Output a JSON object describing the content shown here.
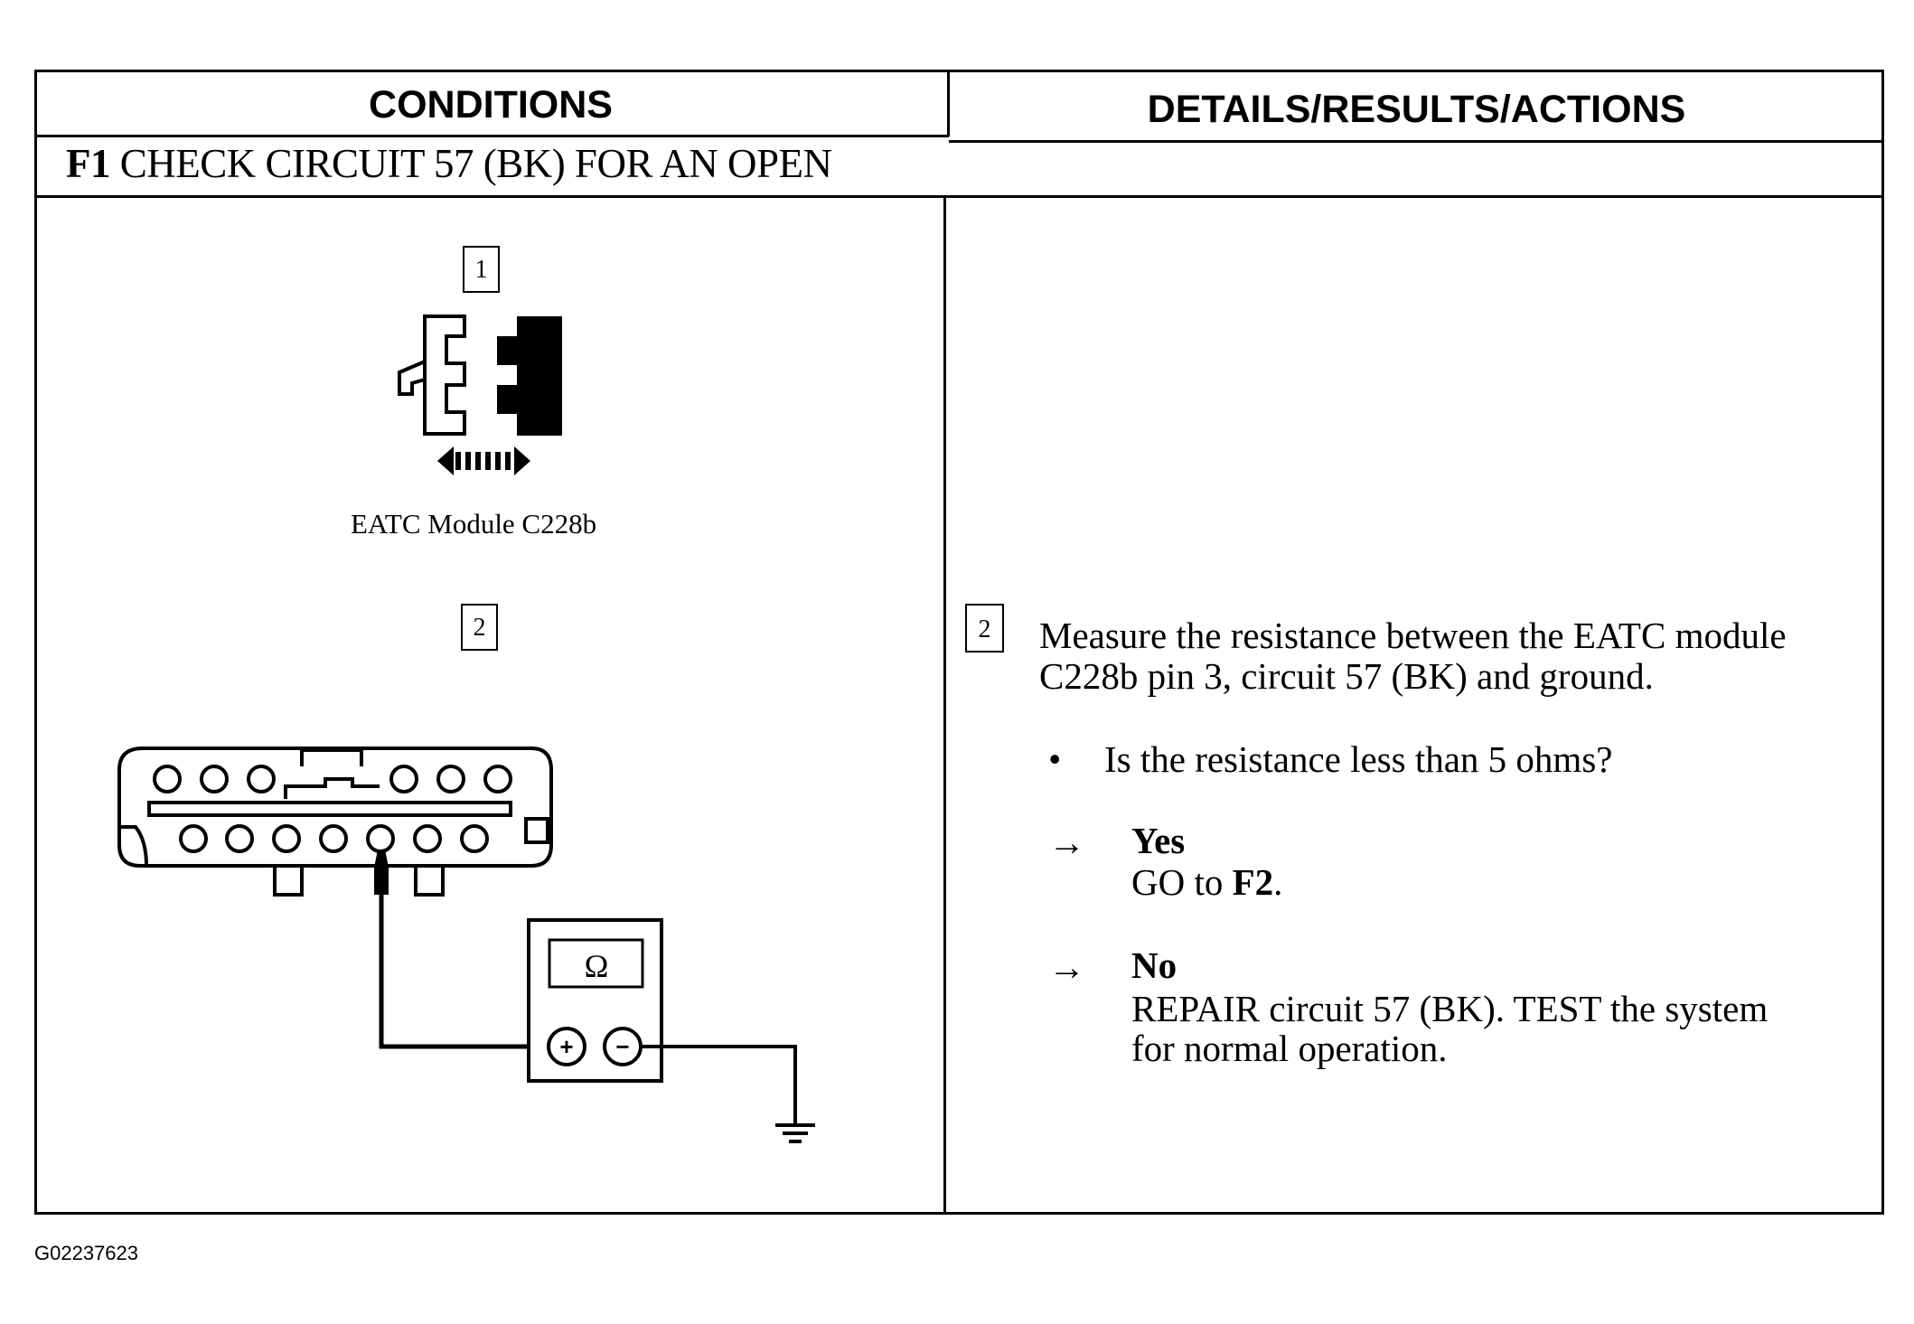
{
  "table": {
    "header_conditions": "CONDITIONS",
    "header_details": "DETAILS/RESULTS/ACTIONS",
    "section_id": "F1",
    "section_title": "CHECK CIRCUIT 57 (BK) FOR AN OPEN"
  },
  "conditions": {
    "step1_number": "1",
    "step1_caption": "EATC Module C228b",
    "step2_number": "2",
    "meter_symbol": "Ω",
    "plus_symbol": "+",
    "minus_symbol": "−",
    "icons": [
      "connector-disconnect-icon",
      "ohmmeter-icon",
      "ground-icon"
    ]
  },
  "details": {
    "step2_number": "2",
    "instruction_line1": "Measure the resistance between the EATC module",
    "instruction_line2": "C228b pin 3, circuit 57 (BK) and ground.",
    "bullet": "•",
    "question": "Is the resistance less than 5 ohms?",
    "arrow": "→",
    "yes_label": "Yes",
    "yes_action_prefix": "GO to ",
    "yes_action_target": "F2",
    "yes_action_suffix": ".",
    "no_label": "No",
    "no_action_line1": "REPAIR circuit 57 (BK). TEST the system",
    "no_action_line2": "for normal operation."
  },
  "figure_id": "G02237623"
}
